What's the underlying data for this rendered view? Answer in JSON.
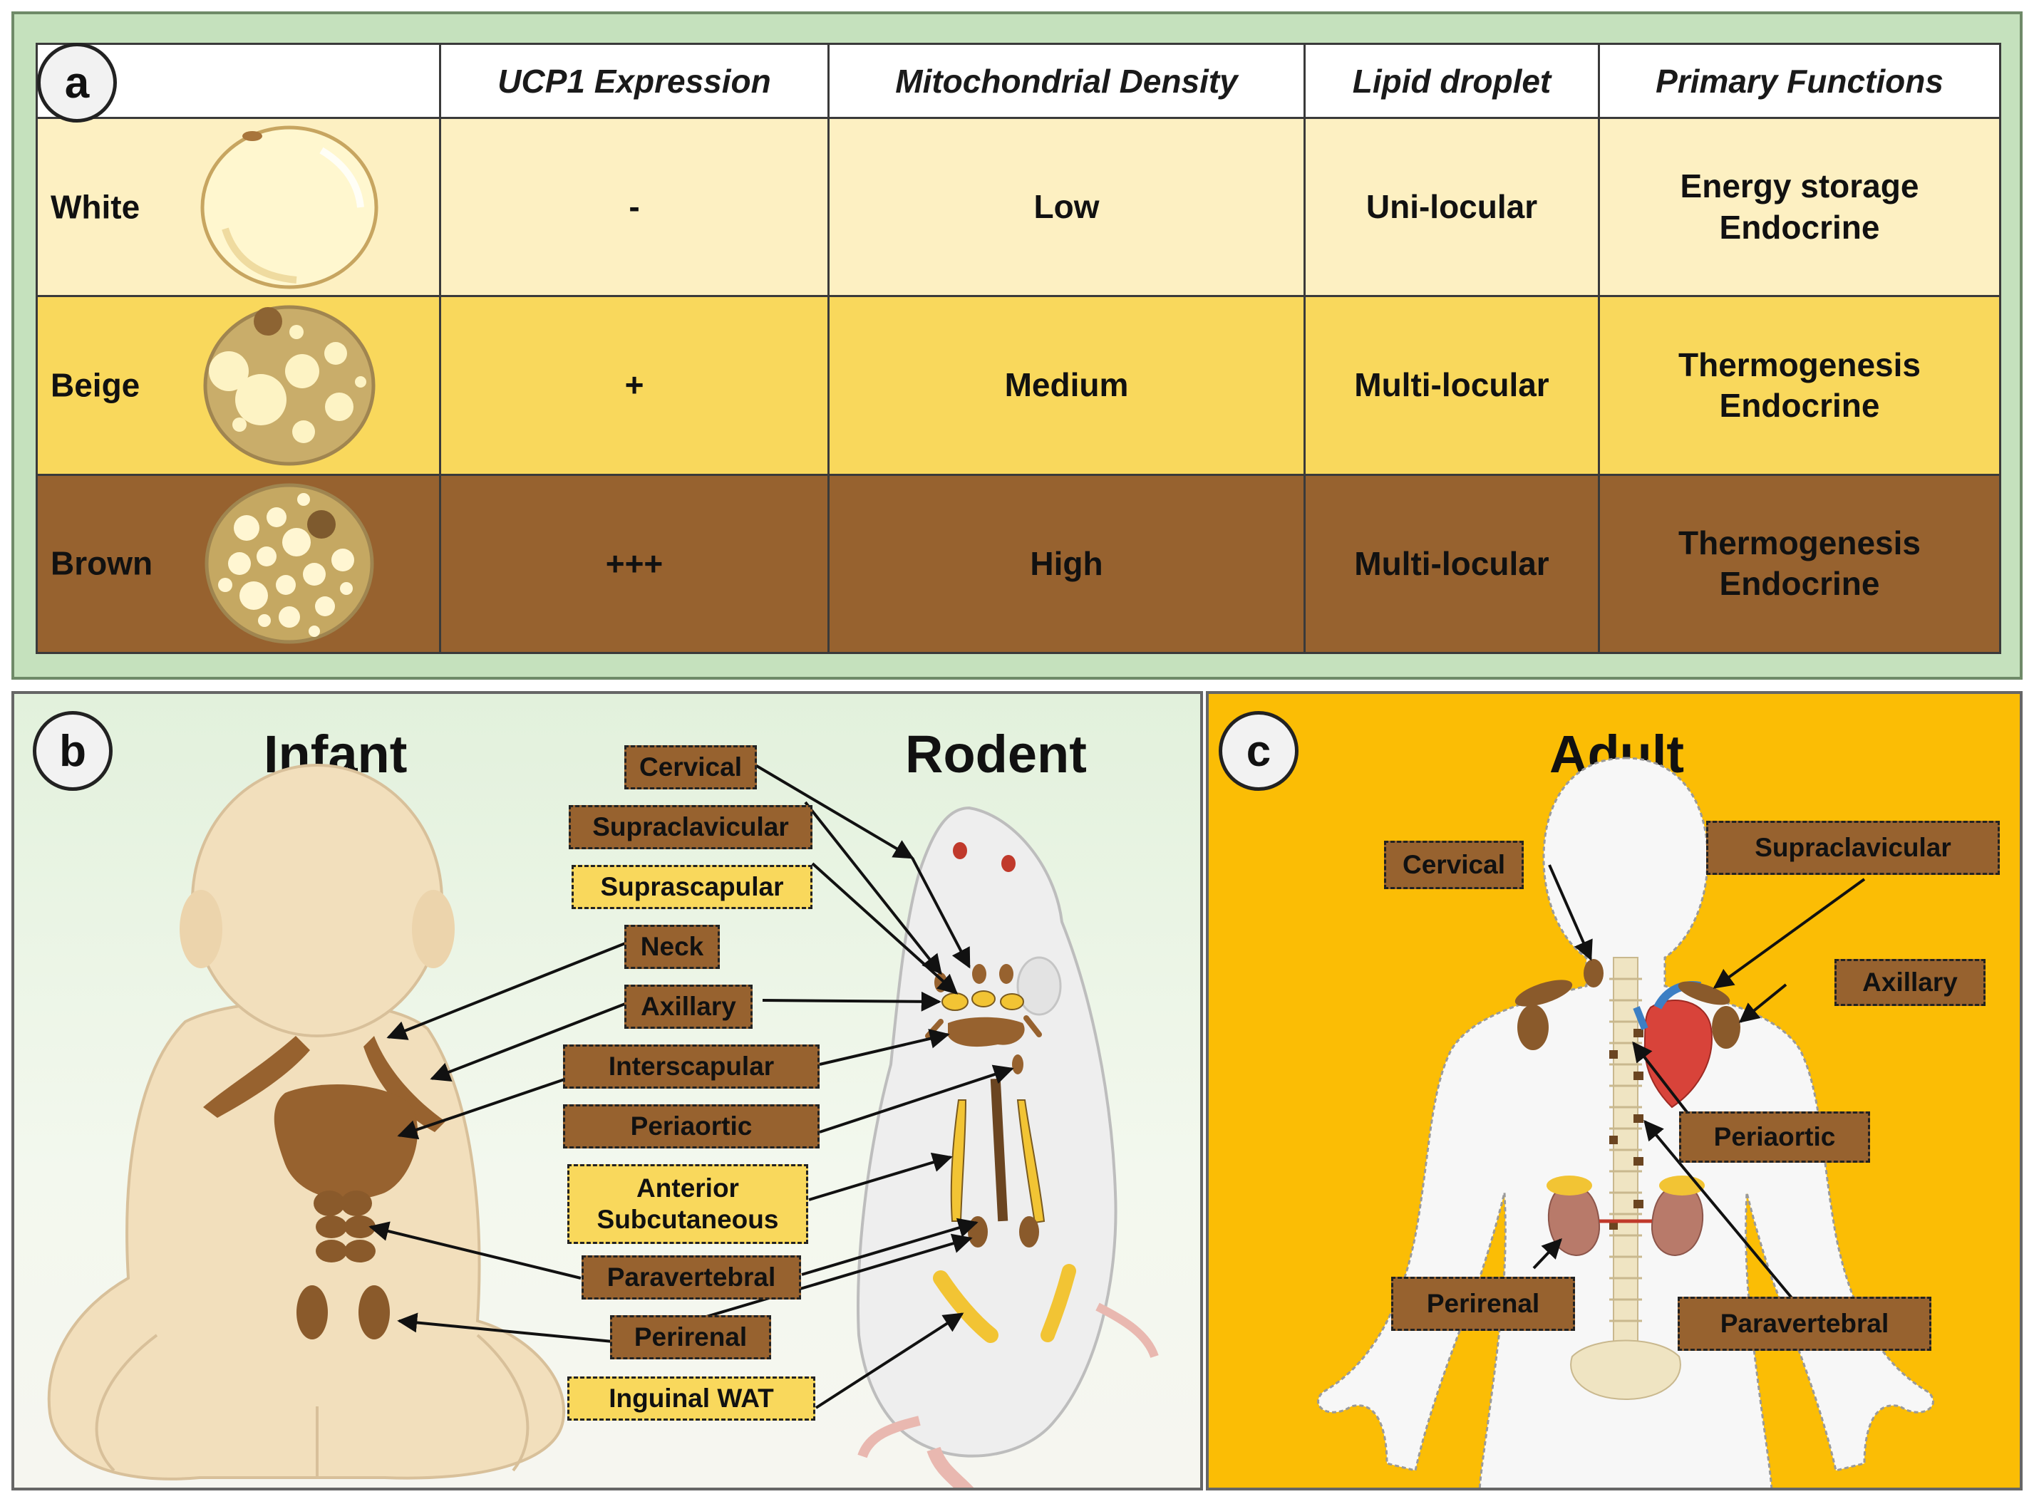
{
  "panel_a": {
    "letter": "a",
    "headers": [
      "",
      "UCP1 Expression",
      "Mitochondrial Density",
      "Lipid droplet",
      "Primary Functions"
    ],
    "rows": [
      {
        "name": "White",
        "ucp1": "-",
        "density": "Low",
        "droplet": "Uni-locular",
        "func1": "Energy storage",
        "func2": "Endocrine"
      },
      {
        "name": "Beige",
        "ucp1": "+",
        "density": "Medium",
        "droplet": "Multi-locular",
        "func1": "Thermogenesis",
        "func2": "Endocrine"
      },
      {
        "name": "Brown",
        "ucp1": "+++",
        "density": "High",
        "droplet": "Multi-locular",
        "func1": "Thermogenesis",
        "func2": "Endocrine"
      }
    ],
    "colors": {
      "white_row": "#fdf0c2",
      "beige_row": "#f9d85c",
      "brown_row": "#97622f",
      "panel_bg": "#c5e1bd"
    }
  },
  "panel_b": {
    "letter": "b",
    "infant_title": "Infant",
    "rodent_title": "Rodent",
    "labels": {
      "cervical": "Cervical",
      "supraclavicular": "Supraclavicular",
      "suprascapular": "Suprascapular",
      "neck": "Neck",
      "axillary": "Axillary",
      "interscapular": "Interscapular",
      "periaortic": "Periaortic",
      "anterior_1": "Anterior",
      "anterior_2": "Subcutaneous",
      "paravertebral": "Paravertebral",
      "perirenal": "Perirenal",
      "inguinal": "Inguinal WAT"
    }
  },
  "panel_c": {
    "letter": "c",
    "title": "Adult",
    "labels": {
      "cervical": "Cervical",
      "supraclavicular": "Supraclavicular",
      "axillary": "Axillary",
      "periaortic": "Periaortic",
      "perirenal": "Perirenal",
      "paravertebral": "Paravertebral"
    },
    "colors": {
      "panel_bg": "#fbbd05",
      "bat_brown": "#97622f",
      "wat_yellow": "#f9d85c"
    }
  }
}
